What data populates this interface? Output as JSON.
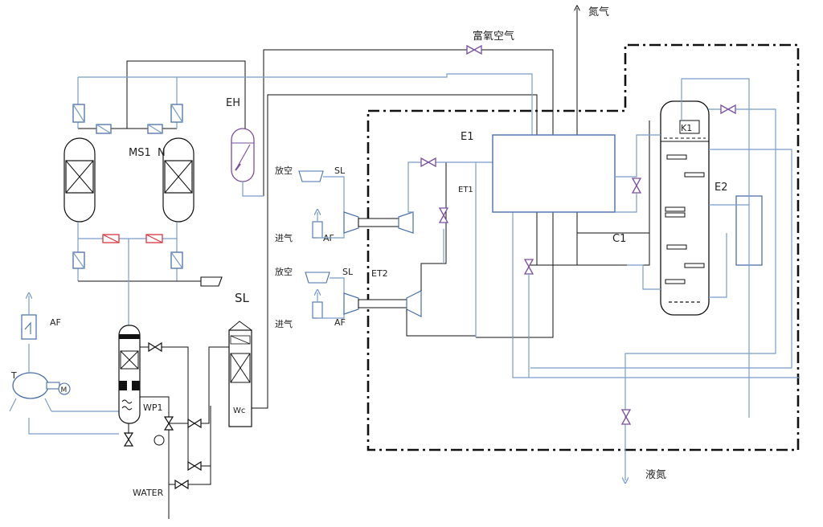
{
  "labels": {
    "nitrogen": "氮气",
    "oxygen_rich_air": "富氧空气",
    "liquid_nitrogen": "液氮",
    "eh": "EH",
    "ms1": "MS1",
    "ms1_n": "N",
    "sl_tower": "SL",
    "e1": "E1",
    "e2": "E2",
    "c1": "C1",
    "k1": "K1",
    "et1": "ET1",
    "et2": "ET2",
    "vent_1": "放空",
    "vent_2": "放空",
    "sl_1": "SL",
    "sl_2": "SL",
    "inlet_1": "进气",
    "inlet_2": "进气",
    "af_1": "AF",
    "af_2": "AF",
    "af_left": "AF",
    "wp1": "WP1",
    "water": "WATER",
    "motor_t": "T",
    "motor_m": "M",
    "wc": "Wc"
  },
  "colors": {
    "pipe_black": "#111111",
    "pipe_blue": "#7a9cc9",
    "valve_purple": "#7b4fa0",
    "heater_red": "#d9363e",
    "equipment_blue": "#4a6fa8"
  }
}
